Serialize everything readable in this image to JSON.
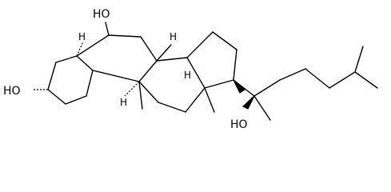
{
  "labels": {
    "oh_c6": "HO",
    "oh_c3": "HO",
    "oh_c20": "HO",
    "h_c5": "H",
    "h_c8": "H",
    "h_c9": "H",
    "h_c14": "H"
  },
  "colors": {
    "bond": "#000000",
    "background": "#ffffff"
  }
}
